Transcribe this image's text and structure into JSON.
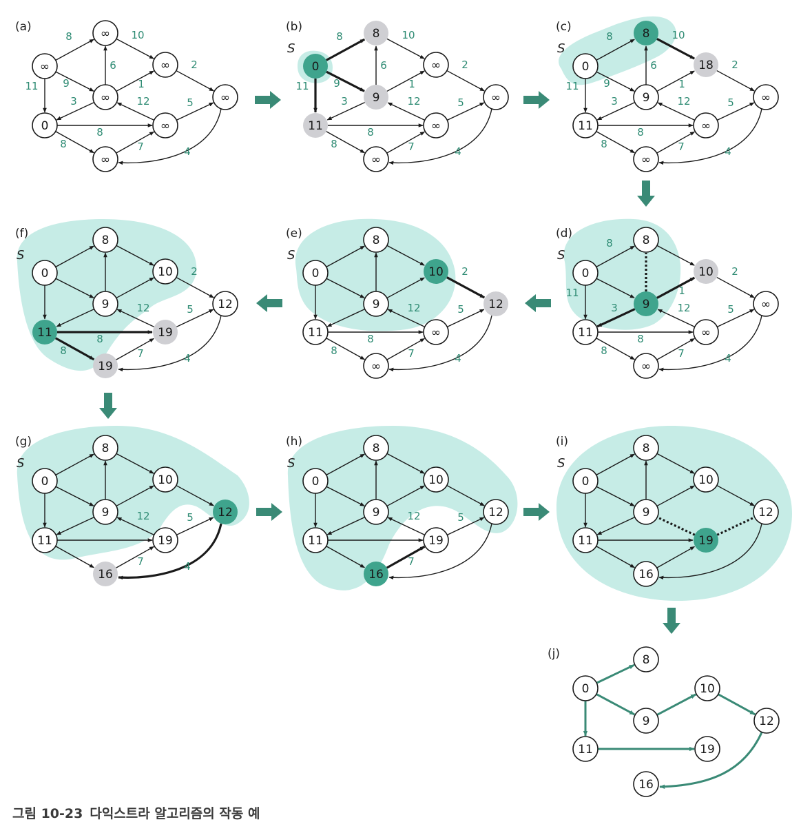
{
  "caption": {
    "figure": "그림 10-23",
    "title": "다익스트라 알고리즘의 작동 예"
  },
  "colors": {
    "blob": "#c6ece6",
    "selected": "#3fa48d",
    "candidate": "#cfcfd3",
    "node": "#ffffff",
    "edge": "#1a1a1a",
    "weight": "#2e8b73",
    "tree": "#3a8a76",
    "step_arrow": "#3a8a76"
  },
  "panels": [
    {
      "id": "a",
      "label": "(a)",
      "set_label": "",
      "nodes": [
        "∞",
        "∞",
        "∞",
        "0",
        "∞",
        "∞",
        "∞",
        "∞"
      ],
      "node_states": [
        "n",
        "n",
        "n",
        "n",
        "n",
        "n",
        "n",
        "n"
      ],
      "weights": [
        "8",
        "10",
        "6",
        "2",
        "11",
        "9",
        "1",
        "3",
        "12",
        "5",
        "8",
        "8",
        "7",
        "4"
      ],
      "bold": [],
      "dotted": []
    },
    {
      "id": "b",
      "label": "(b)",
      "set_label": "S",
      "nodes": [
        "0",
        "8",
        "9",
        "11",
        "∞",
        "∞",
        "∞",
        "∞"
      ],
      "node_states": [
        "sel",
        "cand",
        "cand",
        "cand",
        "n",
        "n",
        "n",
        "n"
      ],
      "weights": [
        "8",
        "10",
        "6",
        "2",
        "11",
        "9",
        "1",
        "3",
        "12",
        "5",
        "8",
        "8",
        "7",
        "4"
      ],
      "bold": [
        0,
        4,
        5
      ],
      "dotted": []
    },
    {
      "id": "c",
      "label": "(c)",
      "set_label": "S",
      "nodes": [
        "0",
        "8",
        "9",
        "11",
        "18",
        "∞",
        "∞",
        "∞"
      ],
      "node_states": [
        "in",
        "sel",
        "n",
        "n",
        "cand",
        "n",
        "n",
        "n"
      ],
      "weights": [
        "8",
        "10",
        "6",
        "2",
        "11",
        "9",
        "1",
        "3",
        "12",
        "5",
        "8",
        "8",
        "7",
        "4"
      ],
      "bold": [
        1
      ],
      "dotted": []
    },
    {
      "id": "d",
      "label": "(d)",
      "set_label": "S",
      "nodes": [
        "0",
        "8",
        "9",
        "11",
        "10",
        "∞",
        "∞",
        "∞"
      ],
      "node_states": [
        "in",
        "in",
        "sel",
        "n",
        "cand",
        "n",
        "n",
        "n"
      ],
      "weights": [
        "8",
        "2",
        "11",
        "1",
        "3",
        "12",
        "5",
        "8",
        "8",
        "7",
        "4"
      ],
      "bold": [
        6,
        7
      ],
      "dotted": [
        2
      ]
    },
    {
      "id": "e",
      "label": "(e)",
      "set_label": "S",
      "nodes": [
        "0",
        "8",
        "9",
        "11",
        "10",
        "12",
        "∞",
        "∞"
      ],
      "node_states": [
        "in",
        "in",
        "in",
        "n",
        "sel",
        "cand",
        "n",
        "n"
      ],
      "weights": [
        "2",
        "12",
        "5",
        "8",
        "8",
        "7",
        "4"
      ],
      "bold": [
        3
      ],
      "dotted": []
    },
    {
      "id": "f",
      "label": "(f)",
      "set_label": "S",
      "nodes": [
        "0",
        "8",
        "9",
        "11",
        "10",
        "12",
        "19",
        "19"
      ],
      "node_states": [
        "in",
        "in",
        "in",
        "sel",
        "in",
        "n",
        "cand",
        "cand"
      ],
      "weights": [
        "2",
        "12",
        "5",
        "8",
        "8",
        "7",
        "4"
      ],
      "bold": [
        10,
        11
      ],
      "dotted": []
    },
    {
      "id": "g",
      "label": "(g)",
      "set_label": "S",
      "nodes": [
        "0",
        "8",
        "9",
        "11",
        "10",
        "12",
        "19",
        "16"
      ],
      "node_states": [
        "in",
        "in",
        "in",
        "in",
        "in",
        "sel",
        "n",
        "cand"
      ],
      "weights": [
        "12",
        "5",
        "7",
        "4"
      ],
      "bold": [
        13
      ],
      "dotted": []
    },
    {
      "id": "h",
      "label": "(h)",
      "set_label": "S",
      "nodes": [
        "0",
        "8",
        "9",
        "11",
        "10",
        "12",
        "19",
        "16"
      ],
      "node_states": [
        "in",
        "in",
        "in",
        "in",
        "in",
        "in",
        "n",
        "sel"
      ],
      "weights": [
        "12",
        "5",
        "7"
      ],
      "bold": [
        12
      ],
      "dotted": []
    },
    {
      "id": "i",
      "label": "(i)",
      "set_label": "S",
      "nodes": [
        "0",
        "8",
        "9",
        "11",
        "10",
        "12",
        "19",
        "16"
      ],
      "node_states": [
        "in",
        "in",
        "in",
        "in",
        "in",
        "in",
        "sel",
        "in"
      ],
      "weights": [],
      "bold": [],
      "dotted": [
        8,
        9
      ]
    },
    {
      "id": "j",
      "label": "(j)",
      "nodes": [
        "0",
        "8",
        "9",
        "10",
        "12",
        "11",
        "19",
        "16"
      ]
    }
  ]
}
